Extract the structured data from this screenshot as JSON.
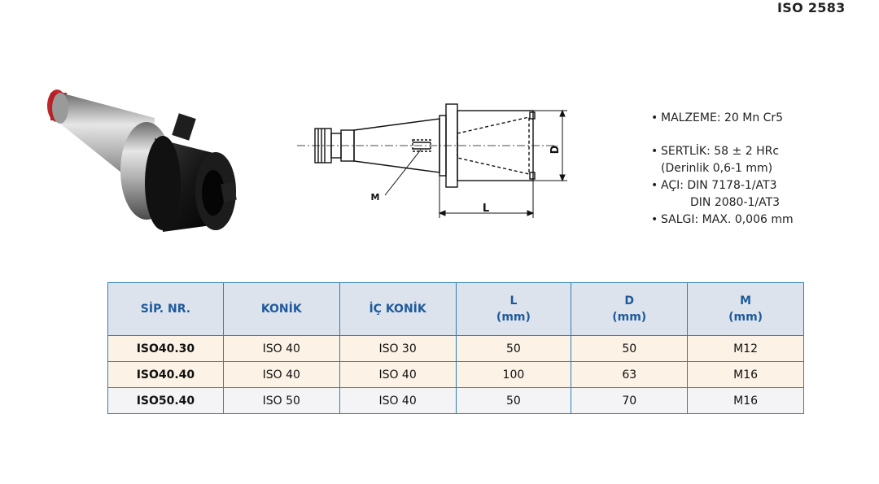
{
  "standard": "ISO 2583",
  "drawing": {
    "label_d": "D",
    "label_l": "L",
    "label_m": "M"
  },
  "specs": [
    {
      "bullet": "•",
      "text": "MALZEME: 20 Mn Cr5"
    },
    {
      "bullet": "•",
      "text": "SERTLİK: 58 ± 2 HRc"
    },
    {
      "bullet": "",
      "text": "(Derinlik 0,6-1 mm)"
    },
    {
      "bullet": "•",
      "text": "AÇI: DIN 7178-1/AT3"
    },
    {
      "bullet": "",
      "text": "DIN 2080-1/AT3"
    },
    {
      "bullet": "•",
      "text": "SALGI: MAX. 0,006 mm"
    }
  ],
  "table": {
    "headers": [
      {
        "line1": "SİP. NR.",
        "line2": ""
      },
      {
        "line1": "KONİK",
        "line2": ""
      },
      {
        "line1": "İÇ KONİK",
        "line2": ""
      },
      {
        "line1": "L",
        "line2": "(mm)"
      },
      {
        "line1": "D",
        "line2": "(mm)"
      },
      {
        "line1": "M",
        "line2": "(mm)"
      }
    ],
    "rows": [
      [
        "ISO40.30",
        "ISO 40",
        "ISO 30",
        "50",
        "50",
        "M12"
      ],
      [
        "ISO40.40",
        "ISO 40",
        "ISO 40",
        "100",
        "63",
        "M16"
      ],
      [
        "ISO50.40",
        "ISO 50",
        "ISO 40",
        "50",
        "70",
        "M16"
      ]
    ]
  }
}
